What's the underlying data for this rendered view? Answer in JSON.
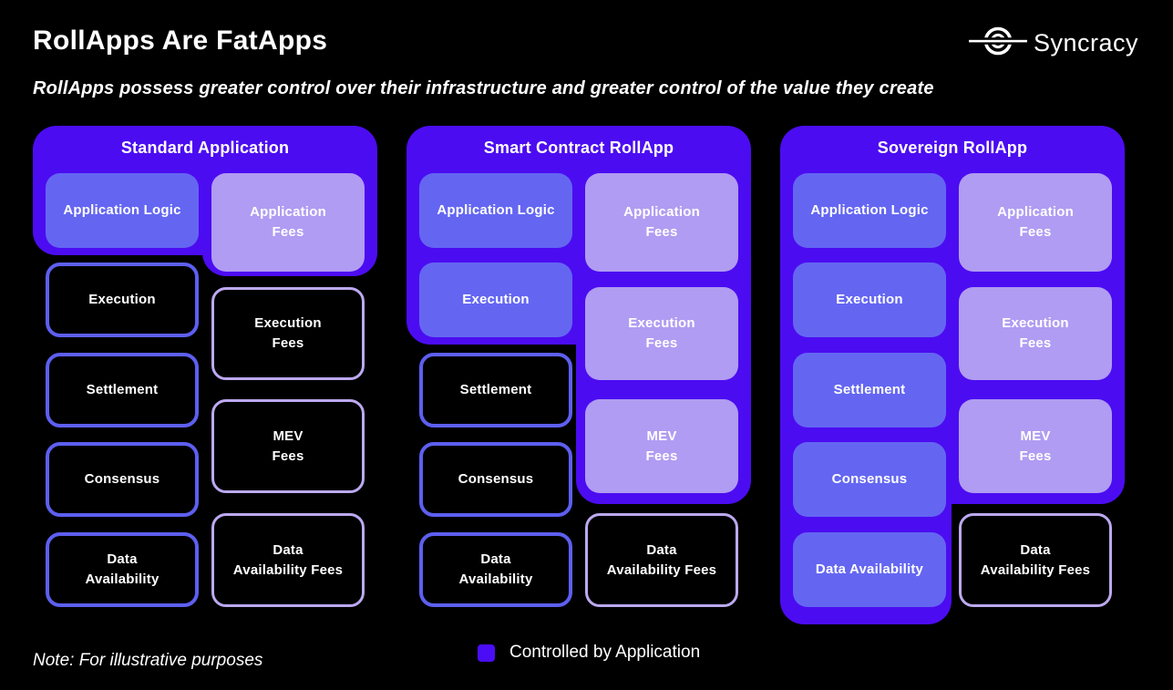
{
  "header": {
    "title": "RollApps Are FatApps",
    "subtitle": "RollApps possess greater control over their infrastructure and greater control of the value they create",
    "logo_text": "Syncracy"
  },
  "colors": {
    "background": "#000000",
    "controlled_container": "#4C0CF1",
    "controlled_box_fill": "#6466F2",
    "fee_box_fill": "#B09CF2",
    "stack_outline": "#5D5FF0",
    "fee_outline": "#BCA9F0",
    "legend_swatch": "#4A0DF5",
    "text": "#FFFFFF"
  },
  "columns": [
    {
      "title": "Standard Application",
      "stack": [
        {
          "label": "Application Logic",
          "controlled": true
        },
        {
          "label": "Execution",
          "controlled": false
        },
        {
          "label": "Settlement",
          "controlled": false
        },
        {
          "label": "Consensus",
          "controlled": false
        },
        {
          "label": "Data\nAvailability",
          "controlled": false
        }
      ],
      "fees": [
        {
          "label": "Application\nFees",
          "controlled": true
        },
        {
          "label": "Execution\nFees",
          "controlled": false
        },
        {
          "label": "MEV\nFees",
          "controlled": false
        },
        {
          "label": "Data\nAvailability Fees",
          "controlled": false
        }
      ]
    },
    {
      "title": "Smart Contract RollApp",
      "stack": [
        {
          "label": "Application Logic",
          "controlled": true
        },
        {
          "label": "Execution",
          "controlled": true
        },
        {
          "label": "Settlement",
          "controlled": false
        },
        {
          "label": "Consensus",
          "controlled": false
        },
        {
          "label": "Data\nAvailability",
          "controlled": false
        }
      ],
      "fees": [
        {
          "label": "Application\nFees",
          "controlled": true
        },
        {
          "label": "Execution\nFees",
          "controlled": true
        },
        {
          "label": "MEV\nFees",
          "controlled": true
        },
        {
          "label": "Data\nAvailability Fees",
          "controlled": false
        }
      ]
    },
    {
      "title": "Sovereign RollApp",
      "stack": [
        {
          "label": "Application Logic",
          "controlled": true
        },
        {
          "label": "Execution",
          "controlled": true
        },
        {
          "label": "Settlement",
          "controlled": true
        },
        {
          "label": "Consensus",
          "controlled": true
        },
        {
          "label": "Data Availability",
          "controlled": true
        }
      ],
      "fees": [
        {
          "label": "Application\nFees",
          "controlled": true
        },
        {
          "label": "Execution\nFees",
          "controlled": true
        },
        {
          "label": "MEV\nFees",
          "controlled": true
        },
        {
          "label": "Data\nAvailability Fees",
          "controlled": false
        }
      ]
    }
  ],
  "legend": {
    "label": "Controlled by Application"
  },
  "note": "Note: For illustrative purposes"
}
